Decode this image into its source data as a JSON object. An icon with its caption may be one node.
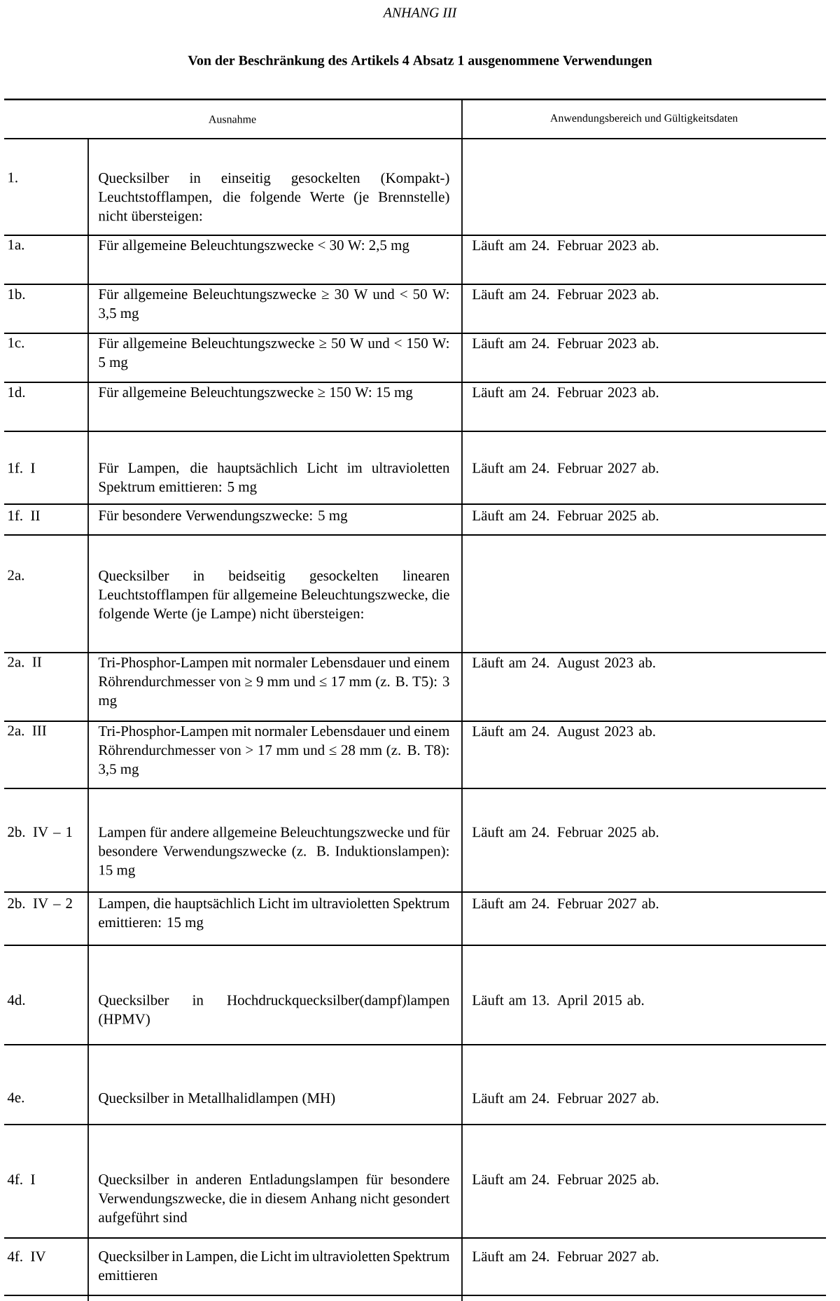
{
  "diagram": {
    "title": "Von der Beschränkung des Artikels 4 Absatz 1 ausgenommene Verwendungen",
    "labels": [
      "ANHANG III",
      "Ausnahme",
      "Anwendungsbereich und Gültigkeitsdaten",
      "1.",
      "Quecksilber in einseitig gesockelten (Kompakt-) Leuchtstofflampen, die folgende Werte (je Brennstelle) nicht übersteigen:",
      "1a.",
      "Für allgemeine Beleuchtungszwecke < 30 W: 2,5 mg",
      "Läuft am 24. Februar 2023 ab.",
      "1b.",
      "Für allgemeine Beleuchtungszwecke ≥ 30 W und < 50 W: 3,5 mg",
      "Läuft am 24. Februar 2023 ab.",
      "1c.",
      "Für allgemeine Beleuchtungszwecke ≥ 50 W und < 150 W: 5 mg",
      "Läuft am 24. Februar 2023 ab.",
      "1d.",
      "Für allgemeine Beleuchtungszwecke ≥ 150 W: 15 mg",
      "Läuft am 24. Februar 2023 ab.",
      "1f. I",
      "Für Lampen, die hauptsächlich Licht im ultravioletten Spektrum emittieren: 5 mg",
      "Läuft am 24. Februar 2027 ab.",
      "1f. II",
      "Für besondere Verwendungszwecke: 5 mg",
      "Läuft am 24. Februar 2025 ab.",
      "2a.",
      "Quecksilber in beidseitig gesockelten linearen Leuchtstofflampen für allgemeine Beleuchtungszwecke, die folgende Werte (je Lampe) nicht übersteigen:",
      "2a. II",
      "Tri-Phosphor-Lampen mit normaler Lebensdauer und einem Röhrendurchmesser von ≥ 9 mm und ≤ 17 mm (z. B. T5): 3 mg",
      "Läuft am 24. August 2023 ab.",
      "2a. III",
      "Tri-Phosphor-Lampen mit normaler Lebensdauer und einem Röhrendurchmesser von > 17 mm und ≤ 28 mm (z. B. T8): 3,5 mg",
      "Läuft am 24. August 2023 ab.",
      "2b. IV – 1",
      "Lampen für andere allgemeine Beleuchtungszwecke und für besondere Verwendungszwecke (z. B. Induktionslampen): 15 mg",
      "Läuft am 24. Februar 2025 ab.",
      "2b. IV – 2",
      "Lampen, die hauptsächlich Licht im ultravioletten Spektrum emittieren: 15 mg",
      "Läuft am 24. Februar 2027 ab.",
      "4d.",
      "Quecksilber in Hochdruckquecksilber(dampf)lampen (HPMV)",
      "Läuft am 13. April 2015 ab.",
      "4e.",
      "Quecksilber in Metallhalidlampen (MH)",
      "Läuft am 24. Februar 2027 ab.",
      "4f. I",
      "Quecksilber in anderen Entladungslampen für besondere Verwendungszwecke, die in diesem Anhang nicht gesondert aufgeführt sind",
      "Läuft am 24. Februar 2025 ab.",
      "4f. IV",
      "Quecksilber in Lampen, die Licht im ultravioletten Spektrum emittieren",
      "Läuft am 24. Februar 2027 ab."
    ]
  }
}
